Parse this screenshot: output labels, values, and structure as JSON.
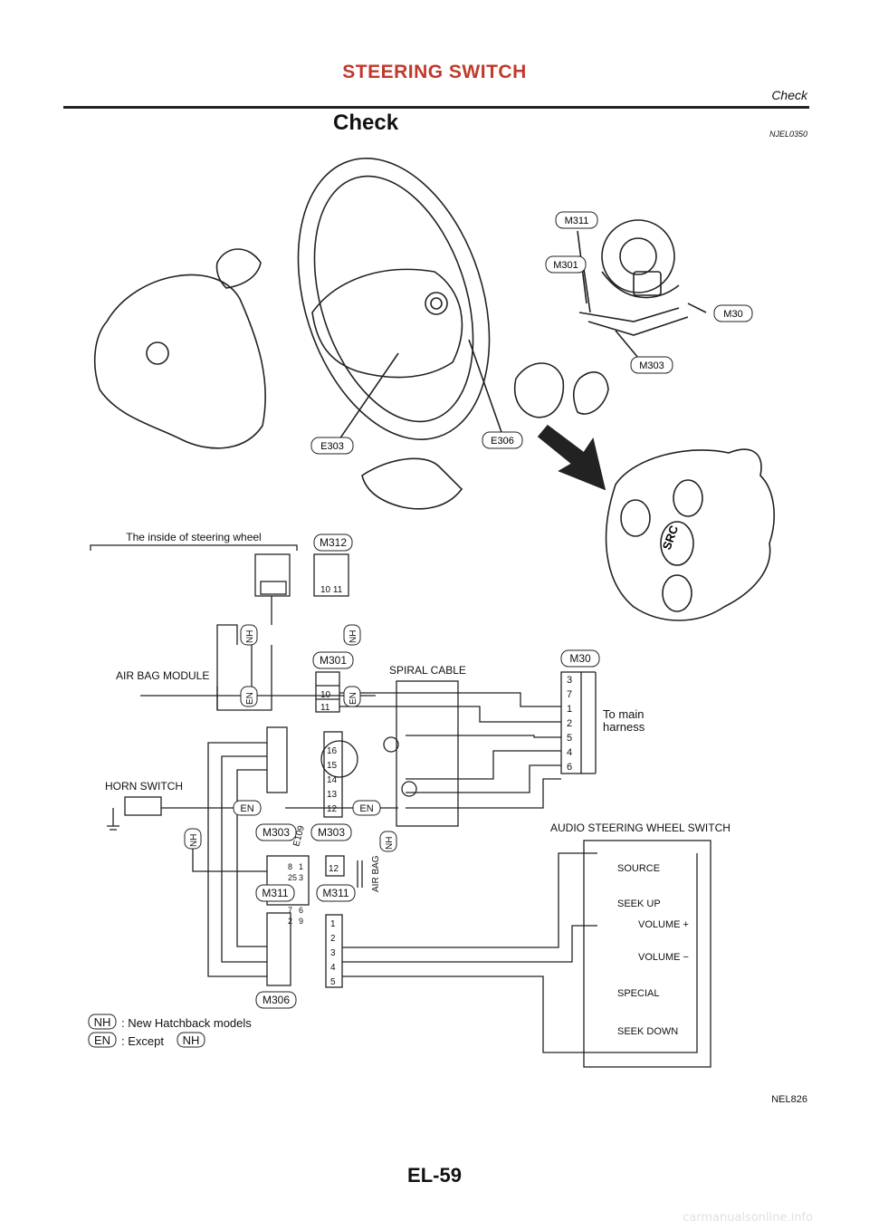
{
  "header": {
    "title": "STEERING SWITCH",
    "subtitle": "Check"
  },
  "section": {
    "title": "Check",
    "code": "NJEL0350"
  },
  "illustration": {
    "connectors": [
      "M311",
      "M301",
      "M30",
      "M303",
      "E303",
      "E306"
    ],
    "switch_label": "SRC"
  },
  "wiring": {
    "inside_label": "The inside of steering wheel",
    "spiral_cable_label": "SPIRAL CABLE",
    "air_bag_module_label": "AIR BAG MODULE",
    "horn_switch_label": "HORN SWITCH",
    "audio_switch_label": "AUDIO STEERING WHEEL SWITCH",
    "to_main_harness": [
      "To main",
      "harness"
    ],
    "air_bag_label": "AIR BAG",
    "nh": "NH",
    "en": "EN",
    "connectors": {
      "m312": "M312",
      "m312_pins": "10 11",
      "m301": "M301",
      "m301_pins": [
        "10",
        "11"
      ],
      "m30": "M30",
      "m30_pins": [
        "3",
        "7",
        "1",
        "2",
        "5",
        "4",
        "6"
      ],
      "m303_left": "M303",
      "m303_right": "M303",
      "m303_pins": [
        "16",
        "15",
        "14",
        "13",
        "12"
      ],
      "e109": "E109",
      "m311_left": "M311",
      "m311_right": "M311",
      "m311_pins_top": [
        "8",
        "25",
        "1",
        "3"
      ],
      "m311_pins_bottom": [
        "7",
        "2",
        "6",
        "9"
      ],
      "m311_pin_right": "12",
      "m306": "M306",
      "m306_pins": [
        "1",
        "2",
        "3",
        "4",
        "5"
      ]
    },
    "audio_switches": [
      "SOURCE",
      "SEEK UP",
      "VOLUME +",
      "VOLUME −",
      "SPECIAL",
      "SEEK DOWN"
    ]
  },
  "legend": {
    "nh_code": "NH",
    "nh_text": ": New Hatchback models",
    "en_code": "EN",
    "en_text": ": Except",
    "en_ref": "NH"
  },
  "figure_id": "NEL826",
  "page_number": "EL-59",
  "watermark": "carmanualsonline.info"
}
